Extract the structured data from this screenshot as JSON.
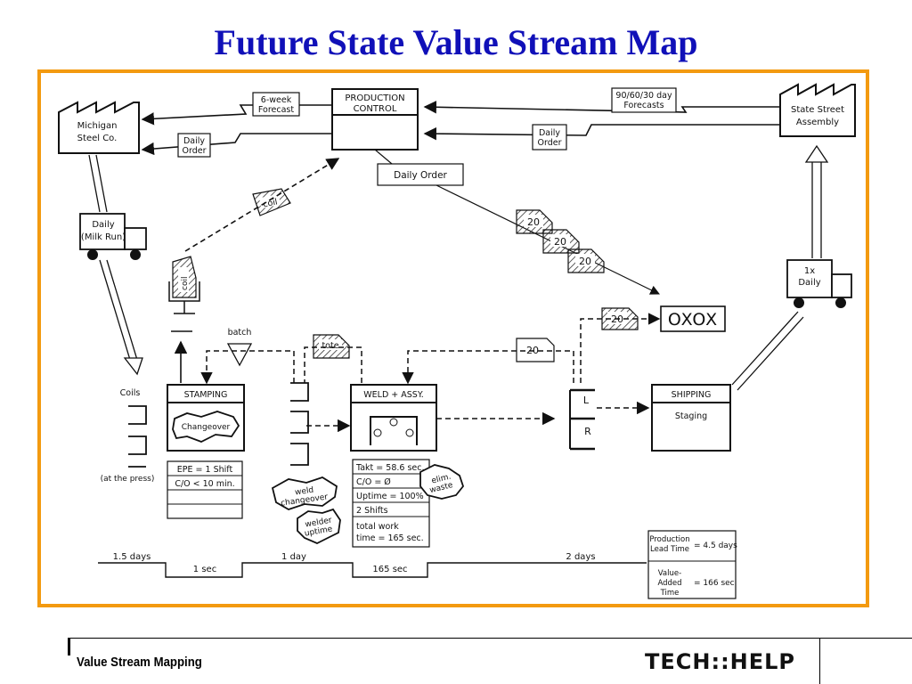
{
  "slide": {
    "title": "Future State Value Stream Map",
    "footer_text": "Value Stream Mapping",
    "logo_text": "TECH::HELP",
    "frame_color": "#f39a10",
    "title_color": "#1010b8"
  },
  "vsm": {
    "supplier": [
      "Michigan",
      "Steel Co."
    ],
    "customer": [
      "State Street",
      "Assembly"
    ],
    "production_control": [
      "PRODUCTION",
      "CONTROL"
    ],
    "forecast_to_supplier": [
      "6-week",
      "Forecast"
    ],
    "forecast_from_customer": [
      "90/60/30 day",
      "Forecasts"
    ],
    "daily_order_to_supplier": [
      "Daily",
      "Order"
    ],
    "daily_order_from_customer": [
      "Daily",
      "Order"
    ],
    "daily_order_box": "Daily Order",
    "supplier_truck": [
      "Daily",
      "(Milk Run)"
    ],
    "customer_truck": [
      "1x",
      "Daily"
    ],
    "kanban_20": "20",
    "oxox": "OXOX",
    "coil_kanban": "coil",
    "coil_post": "coil",
    "batch": "batch",
    "tote": "tote",
    "withdrawal_20": "20",
    "coils_label": "Coils",
    "at_press": "(at the press)",
    "stamping": {
      "name": "STAMPING",
      "kaizen": "Changeover",
      "data": [
        "EPE = 1 Shift",
        "C/O < 10 min.",
        "",
        ""
      ]
    },
    "weld": {
      "name": "WELD + ASSY.",
      "data": [
        "Takt = 58.6 sec.",
        "C/O  =  Ø",
        "Uptime = 100%",
        "2 Shifts",
        "total work",
        "time = 165 sec."
      ]
    },
    "kaizen_weld_changeover": [
      "weld",
      "changeover"
    ],
    "kaizen_welder_uptime": [
      "welder",
      "uptime"
    ],
    "kaizen_elim_waste": [
      "elim.",
      "waste"
    ],
    "shipping": {
      "name": "SHIPPING",
      "sub": "Staging"
    },
    "supermarket_L": "L",
    "supermarket_R": "R",
    "timeline": {
      "lead_times": [
        "1.5 days",
        "1 day",
        "2 days"
      ],
      "process_times": [
        "1 sec",
        "165 sec"
      ]
    },
    "summary": {
      "lead_label": [
        "Production",
        "Lead Time"
      ],
      "lead_value": "= 4.5 days",
      "va_label": [
        "Value-",
        "Added",
        "Time"
      ],
      "va_value": "= 166 sec."
    }
  }
}
